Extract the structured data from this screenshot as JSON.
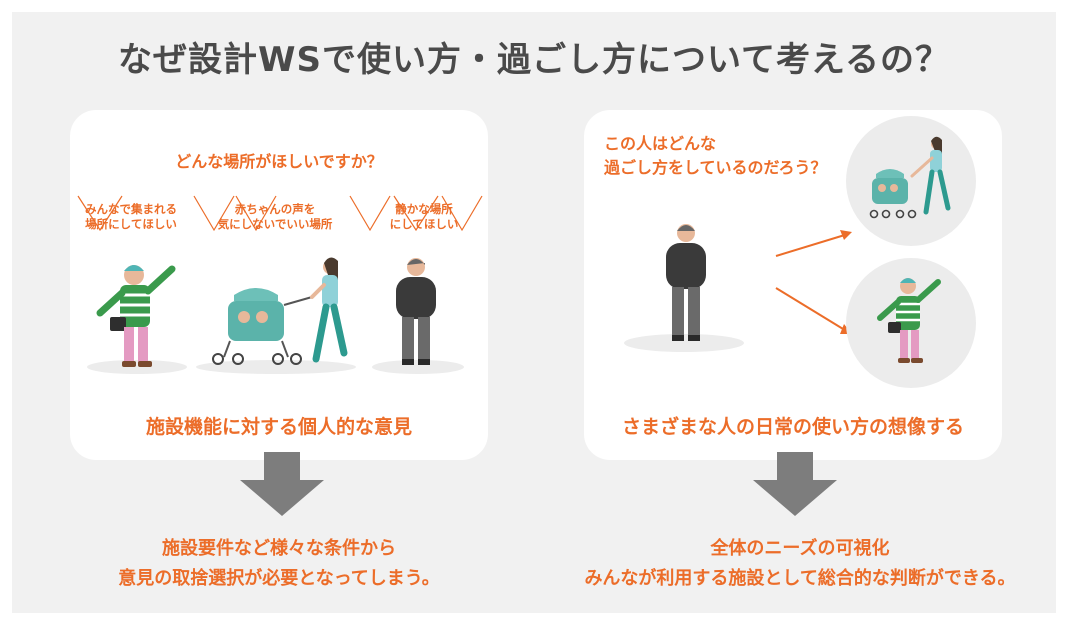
{
  "title": "なぜ設計WSで使い方・過ごし方について考えるの？",
  "left_panel": {
    "question": "どんな場所がほしいですか？",
    "opinions": [
      "みんなで集まれる\n場所にしてほしい",
      "赤ちゃんの声を\n気にしないでいい場所",
      "静かな場所\nにしてほしい"
    ],
    "caption": "施設機能に対する個人的な意見"
  },
  "right_panel": {
    "question": "この人はどんな\n過ごし方をしているのだろう？",
    "caption": "さまざまな人の日常の使い方の想像する"
  },
  "left_result": "施設要件など様々な条件から\n意見の取捨選択が必要となってしまう。",
  "right_result": "全体のニーズの可視化\nみんなが利用する施設として総合的な判断ができる。",
  "colors": {
    "accent": "#ec6d29",
    "title": "#4a4a4a",
    "arrow": "#7d7d7d",
    "background": "#f1f1f1"
  }
}
